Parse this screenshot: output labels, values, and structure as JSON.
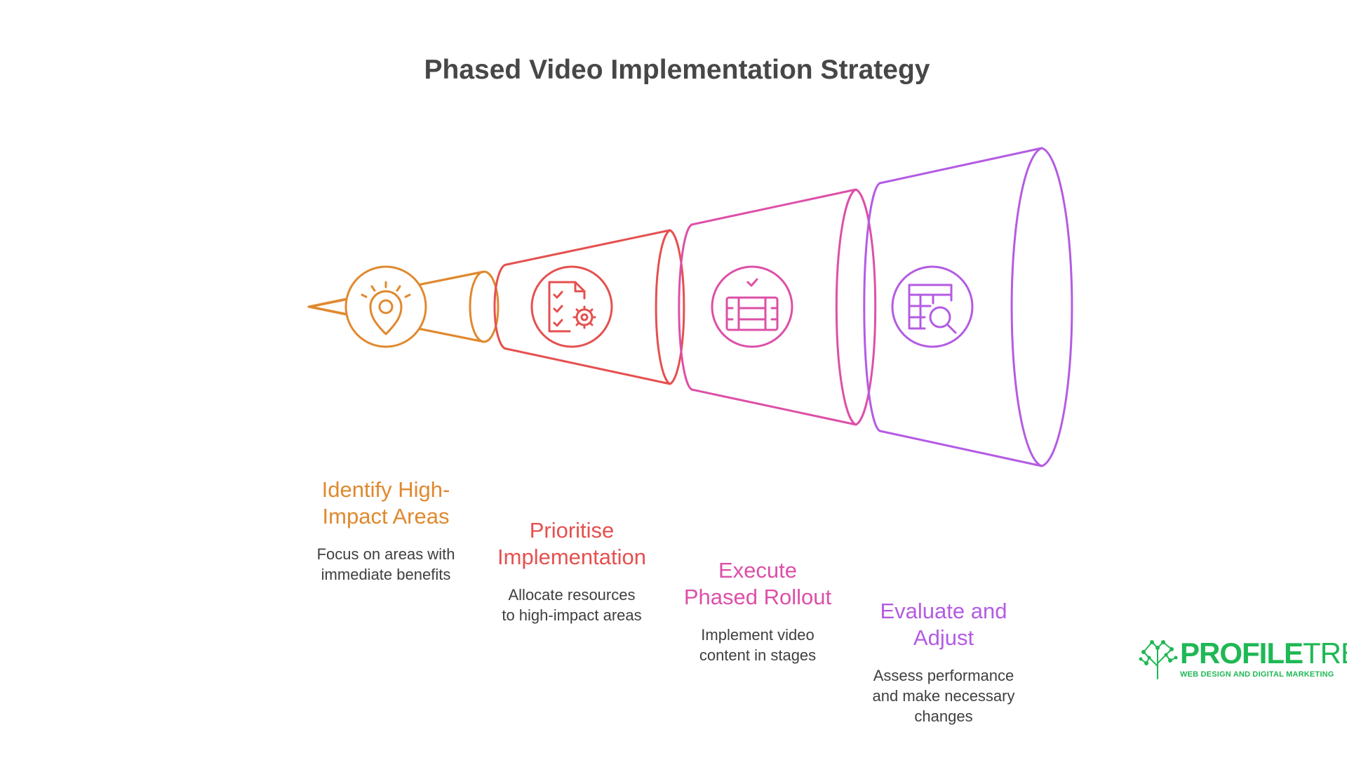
{
  "title": "Phased Video Implementation Strategy",
  "colors": {
    "title": "#474747",
    "step1": "#e0892f",
    "step2": "#e5504f",
    "step3": "#dd4fa8",
    "step4": "#b45be3",
    "description": "#3f3f3f",
    "logo": "#1fb855"
  },
  "steps": [
    {
      "title": "Identify High-Impact Areas",
      "title_lines": [
        "Identify High-",
        "Impact Areas"
      ],
      "description_lines": [
        "Focus on areas with",
        "immediate benefits"
      ],
      "icon": "location-pin-idea-icon"
    },
    {
      "title": "Prioritise Implementation",
      "title_lines": [
        "Prioritise",
        "Implementation"
      ],
      "description_lines": [
        "Allocate resources",
        "to high-impact areas"
      ],
      "icon": "checklist-gear-icon"
    },
    {
      "title": "Execute Phased Rollout",
      "title_lines": [
        "Execute",
        "Phased Rollout"
      ],
      "description_lines": [
        "Implement video",
        "content in stages"
      ],
      "icon": "film-strip-check-icon"
    },
    {
      "title": "Evaluate and Adjust",
      "title_lines": [
        "Evaluate and",
        "Adjust"
      ],
      "description_lines": [
        "Assess performance",
        "and make necessary",
        "changes"
      ],
      "icon": "table-magnifier-icon"
    }
  ],
  "logo": {
    "name_bold": "PROFILE",
    "name_light": "TREE",
    "tagline": "WEB DESIGN AND DIGITAL MARKETING"
  }
}
